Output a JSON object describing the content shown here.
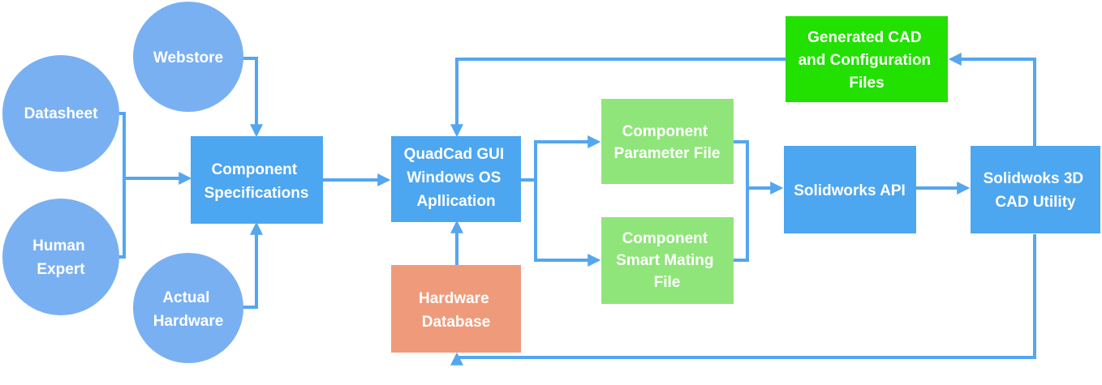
{
  "colors": {
    "circle": "#79b0f2",
    "process_blue": "#4da6f0",
    "file_green_light": "#8fe57a",
    "output_green": "#22e000",
    "database_orange": "#ef9b7b",
    "edge": "#54a6ef",
    "text": "#ffffff"
  },
  "nodes": {
    "webstore": {
      "label_lines": [
        "Webstore"
      ]
    },
    "datasheet": {
      "label_lines": [
        "Datasheet"
      ]
    },
    "human_expert": {
      "label_lines": [
        "Human",
        "Expert"
      ]
    },
    "actual_hardware": {
      "label_lines": [
        "Actual",
        "Hardware"
      ]
    },
    "component_specifications": {
      "label_lines": [
        "Component",
        "Specifications"
      ]
    },
    "quadcad_gui": {
      "label_lines": [
        "QuadCad GUI",
        "Windows OS",
        "Apllication"
      ]
    },
    "hardware_database": {
      "label_lines": [
        "Hardware",
        "Database"
      ]
    },
    "component_parameter_file": {
      "label_lines": [
        "Component",
        "Parameter File"
      ]
    },
    "component_smart_mating_file": {
      "label_lines": [
        "Component",
        "Smart Mating",
        "File"
      ]
    },
    "solidworks_api": {
      "label_lines": [
        "Solidworks API"
      ]
    },
    "solidworks_3d_cad_utility": {
      "label_lines": [
        "Solidwoks 3D",
        "CAD Utility"
      ]
    },
    "generated_cad_files": {
      "label_lines": [
        "Generated CAD",
        "and Configuration",
        "Files"
      ]
    }
  }
}
